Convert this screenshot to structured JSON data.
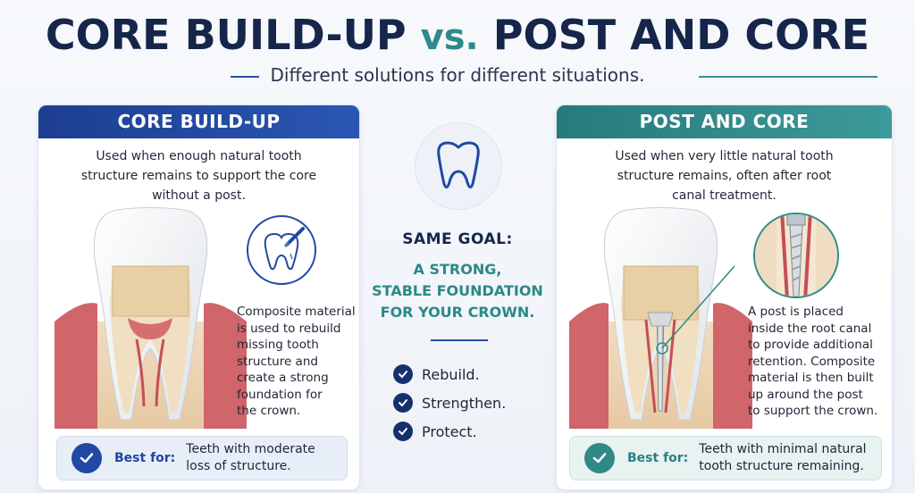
{
  "title": {
    "part1": "CORE BUILD-UP",
    "vs": "vs.",
    "part2": "POST AND CORE"
  },
  "subtitle": "Different solutions for different situations.",
  "left": {
    "heading": "CORE BUILD-UP",
    "description": "Used when enough natural tooth structure remains to support the core without a post.",
    "note": [
      "Composite material",
      "is used to rebuild",
      "missing tooth",
      "structure and",
      "create a strong",
      "foundation for",
      "the crown."
    ],
    "best_label": "Best for:",
    "best_text": [
      "Teeth with moderate",
      "loss of structure."
    ]
  },
  "center": {
    "same_goal": "SAME GOAL:",
    "goal": [
      "A STRONG,",
      "STABLE FOUNDATION",
      "FOR YOUR CROWN."
    ],
    "bullets": [
      "Rebuild.",
      "Strengthen.",
      "Protect."
    ]
  },
  "right": {
    "heading": "POST AND CORE",
    "description": "Used when very little natural tooth structure remains, often after root canal treatment.",
    "note": [
      "A post is placed",
      "inside the root canal",
      "to provide additional",
      "retention. Composite",
      "material is then built",
      "up around the post",
      "to support the crown."
    ],
    "best_label": "Best for:",
    "best_text": [
      "Teeth with minimal natural",
      "tooth structure remaining."
    ]
  },
  "colors": {
    "navy": "#16264a",
    "blue": "#2049a3",
    "teal": "#2f8a86"
  },
  "icons": [
    "tooth-icon",
    "dental-tool-icon",
    "check-icon",
    "post-closeup-icon"
  ]
}
